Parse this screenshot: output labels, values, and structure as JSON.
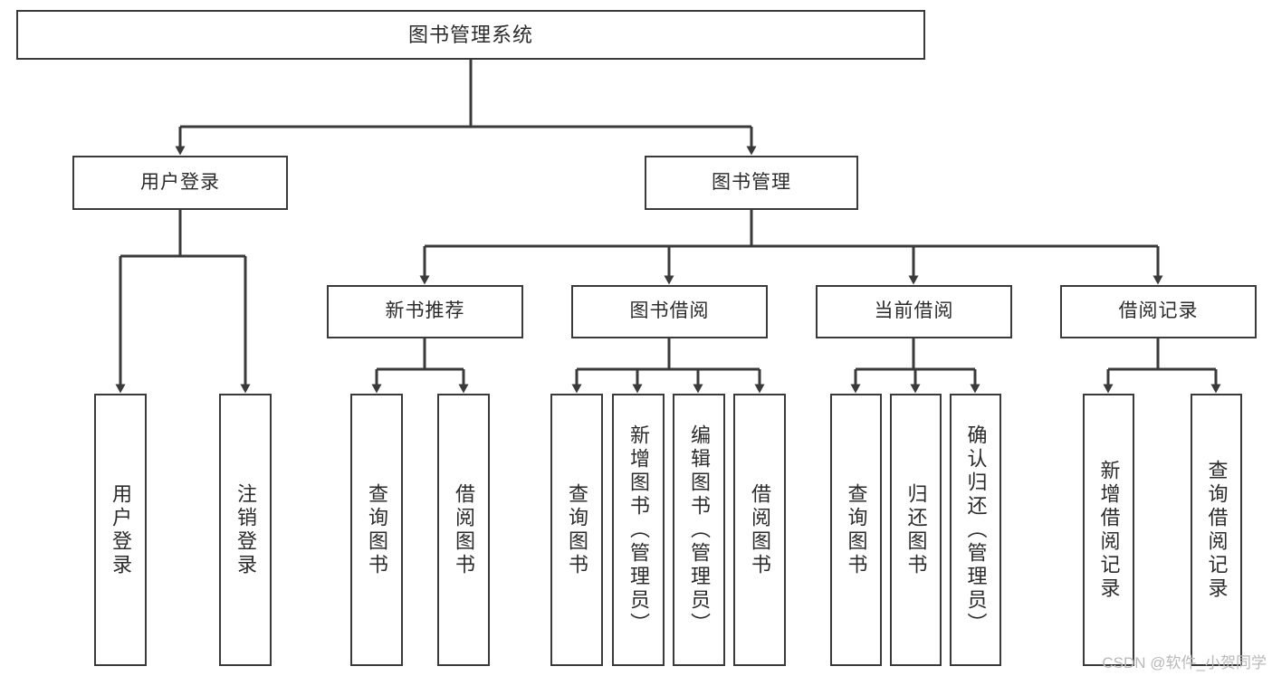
{
  "diagram": {
    "title": "图书管理系统",
    "type": "tree-hierarchy",
    "watermark": "CSDN @软件_小贺同学",
    "colors": {
      "background": "#ffffff",
      "box_border": "#3a3a3a",
      "box_fill": "#ffffff",
      "text": "#2b2b2b",
      "edge": "#3a3a3a",
      "watermark": "#b9b9b9"
    },
    "nodes": {
      "root": {
        "label": "图书管理系统"
      },
      "level2": [
        {
          "id": "user-login",
          "label": "用户登录"
        },
        {
          "id": "book-manage",
          "label": "图书管理"
        }
      ],
      "level3": [
        {
          "id": "new-book-recommend",
          "label": "新书推荐"
        },
        {
          "id": "book-borrow",
          "label": "图书借阅"
        },
        {
          "id": "current-borrow",
          "label": "当前借阅"
        },
        {
          "id": "borrow-record",
          "label": "借阅记录"
        }
      ],
      "leaves": {
        "user_login": [
          {
            "id": "leaf-user-login",
            "label": "用户登录"
          },
          {
            "id": "leaf-user-logout",
            "label": "注销登录"
          }
        ],
        "new_book_recommend": [
          {
            "id": "leaf-query-book-1",
            "label": "查询图书"
          },
          {
            "id": "leaf-borrow-book-1",
            "label": "借阅图书"
          }
        ],
        "book_borrow": [
          {
            "id": "leaf-query-book-2",
            "label": "查询图书"
          },
          {
            "id": "leaf-add-book",
            "label": "新增图书（管理员）"
          },
          {
            "id": "leaf-edit-book",
            "label": "编辑图书（管理员）"
          },
          {
            "id": "leaf-borrow-book-2",
            "label": "借阅图书"
          }
        ],
        "current_borrow": [
          {
            "id": "leaf-query-book-3",
            "label": "查询图书"
          },
          {
            "id": "leaf-return-book",
            "label": "归还图书"
          },
          {
            "id": "leaf-confirm-return",
            "label": "确认归还（管理员）"
          }
        ],
        "borrow_record": [
          {
            "id": "leaf-add-record",
            "label": "新增借阅记录"
          },
          {
            "id": "leaf-query-record",
            "label": "查询借阅记录"
          }
        ]
      }
    }
  }
}
